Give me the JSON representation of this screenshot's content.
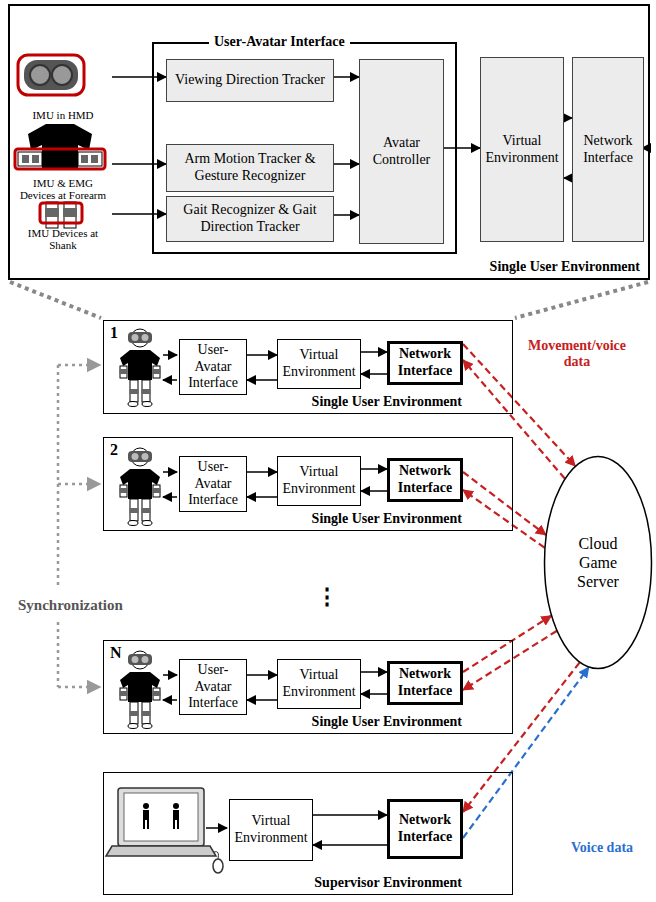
{
  "diagram": {
    "nodes": [
      {
        "text": [
          "Single User Environment"
        ]
      },
      {
        "text": [
          "IMU in HMD"
        ],
        "in": 0
      },
      {
        "text": [
          "IMU & EMG Devices at Forearm"
        ],
        "in": 0
      },
      {
        "text": [
          "IMU Devices at Shank"
        ],
        "in": 0
      },
      {
        "text": [
          "User-Avatar Interface"
        ],
        "in": 0
      },
      {
        "text": [
          "Viewing Direction Tracker"
        ],
        "in": 4
      },
      {
        "text": [
          "Arm Motion Tracker & Gesture Recognizer"
        ],
        "in": 4
      },
      {
        "text": [
          "Gait Recognizer & Gait Direction Tracker"
        ],
        "in": 4
      },
      {
        "text": [
          "Avatar Controller"
        ],
        "in": 4
      },
      {
        "text": [
          "Virtual Environment"
        ],
        "in": 0
      },
      {
        "text": [
          "Network Interface"
        ],
        "in": 0
      },
      {
        "text": [
          "Single User Environment"
        ]
      },
      {
        "text": [
          "User-Avatar Interface"
        ],
        "in": 11
      },
      {
        "text": [
          "Virtual Environment"
        ],
        "in": 11
      },
      {
        "text": [
          "Network Interface"
        ],
        "in": 11
      },
      {
        "text": [
          "Single User Environment"
        ]
      },
      {
        "text": [
          "User-Avatar Interface"
        ],
        "in": 15
      },
      {
        "text": [
          "Virtual Environment"
        ],
        "in": 15
      },
      {
        "text": [
          "Network Interface"
        ],
        "in": 15
      },
      {
        "text": [
          "Single User Environment"
        ]
      },
      {
        "text": [
          "User-Avatar Interface"
        ],
        "in": 19
      },
      {
        "text": [
          "Virtual Environment"
        ],
        "in": 19
      },
      {
        "text": [
          "Network Interface"
        ],
        "in": 19
      },
      {
        "text": [
          "Supervisor Environment"
        ]
      },
      {
        "text": [
          "Virtual Environment"
        ],
        "in": 23
      },
      {
        "text": [
          "Network Interface"
        ],
        "in": 23
      },
      {
        "text": [
          "Cloud Game Server"
        ]
      }
    ],
    "edges": [
      {
        "from": 1,
        "to": 5,
        "arrow": "to"
      },
      {
        "from": 2,
        "to": 6,
        "arrow": "to"
      },
      {
        "from": 3,
        "to": 7,
        "arrow": "to"
      },
      {
        "from": 5,
        "to": 8,
        "arrow": "to"
      },
      {
        "from": 6,
        "to": 8,
        "arrow": "to"
      },
      {
        "from": 7,
        "to": 8,
        "arrow": "to"
      },
      {
        "from": 8,
        "to": 9,
        "arrow": "to"
      },
      {
        "from": 9,
        "to": 10,
        "arrow": "to"
      },
      {
        "from": 10,
        "to": 9,
        "arrow": "to"
      },
      {
        "from": 12,
        "to": 13,
        "arrow": "to"
      },
      {
        "from": 13,
        "to": 12,
        "arrow": "to"
      },
      {
        "from": 13,
        "to": 14,
        "arrow": "to"
      },
      {
        "from": 14,
        "to": 13,
        "arrow": "to"
      },
      {
        "from": 16,
        "to": 17,
        "arrow": "to"
      },
      {
        "from": 17,
        "to": 16,
        "arrow": "to"
      },
      {
        "from": 17,
        "to": 18,
        "arrow": "to"
      },
      {
        "from": 18,
        "to": 17,
        "arrow": "to"
      },
      {
        "from": 20,
        "to": 21,
        "arrow": "to"
      },
      {
        "from": 21,
        "to": 20,
        "arrow": "to"
      },
      {
        "from": 21,
        "to": 22,
        "arrow": "to"
      },
      {
        "from": 22,
        "to": 21,
        "arrow": "to"
      },
      {
        "from": 24,
        "to": 25,
        "arrow": "to"
      },
      {
        "from": 25,
        "to": 24,
        "arrow": "to"
      },
      {
        "from": 14,
        "to": 26,
        "label": "Movement/voice data",
        "arrow": "to"
      },
      {
        "from": 26,
        "to": 14,
        "arrow": "to"
      },
      {
        "from": 18,
        "to": 26,
        "arrow": "to"
      },
      {
        "from": 26,
        "to": 18,
        "arrow": "to"
      },
      {
        "from": 22,
        "to": 26,
        "arrow": "to"
      },
      {
        "from": 26,
        "to": 22,
        "arrow": "to"
      },
      {
        "from": 26,
        "to": 25,
        "arrow": "to"
      },
      {
        "from": 25,
        "to": 26,
        "label": "Voice data",
        "arrow": "to"
      }
    ],
    "labels": [
      "1",
      "2",
      "⋮",
      "Synchronization",
      "N"
    ]
  }
}
